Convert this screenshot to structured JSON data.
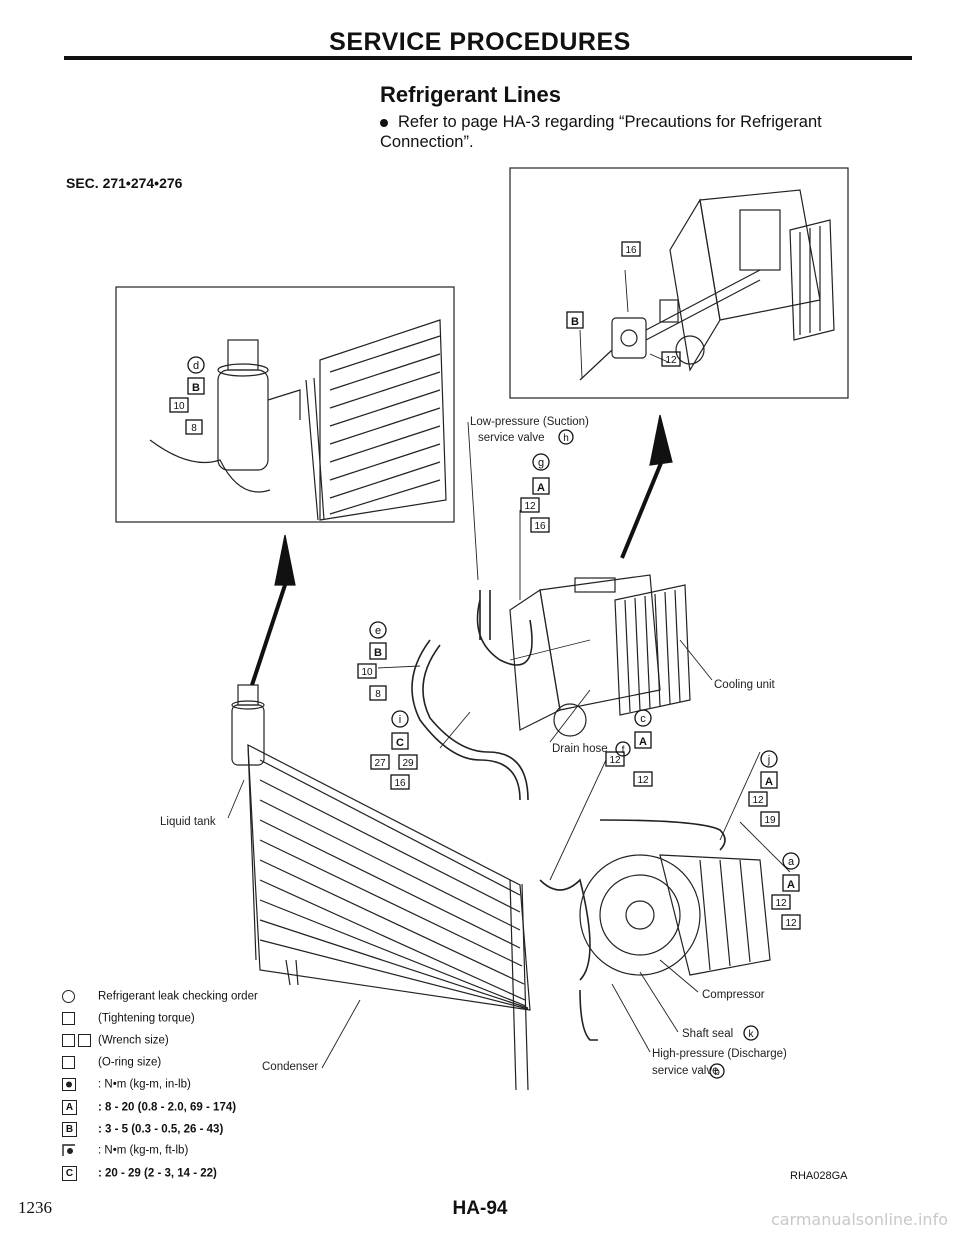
{
  "header": {
    "title": "SERVICE PROCEDURES"
  },
  "section": {
    "title": "Refrigerant Lines",
    "bullet": "Refer to page HA-3 regarding “Precautions for Refrigerant Connection”."
  },
  "sec_code": "SEC. 271•274•276",
  "labels": {
    "low_pressure": "Low-pressure (Suction)",
    "low_pressure_2": "service valve",
    "cooling_unit": "Cooling unit",
    "drain_hose": "Drain hose",
    "liquid_tank": "Liquid tank",
    "condenser": "Condenser",
    "compressor": "Compressor",
    "shaft_seal": "Shaft seal",
    "high_pressure": "High-pressure (Discharge)",
    "high_pressure_2": "service valve"
  },
  "callouts": {
    "h": "h",
    "g": "g",
    "e": "e",
    "d": "d",
    "i": "i",
    "c": "c",
    "j": "j",
    "a": "a",
    "f": "f",
    "k": "k",
    "b": "b",
    "B": "B",
    "A": "A",
    "C": "C",
    "n8": "8",
    "n10": "10",
    "n12": "12",
    "n16": "16",
    "n19": "19",
    "n27": "27",
    "n29": "29"
  },
  "legend": {
    "row1": "Refrigerant leak checking order",
    "row2": "(Tightening torque)",
    "row3": "(Wrench size)",
    "row4": "(O-ring size)",
    "row5": "N•m (kg-m, in-lb)",
    "row6_key": "A",
    "row6": ": 8 - 20 (0.8 - 2.0, 69 - 174)",
    "row7_key": "B",
    "row7": ": 3 - 5 (0.3 - 0.5, 26 - 43)",
    "row8": "N•m (kg-m, ft-lb)",
    "row9_key": "C",
    "row9": ": 20 - 29 (2 - 3, 14 - 22)"
  },
  "figure_code": "RHA028GA",
  "page_number": "1236",
  "page_label": "HA-94",
  "watermark": "carmanualsonline.info"
}
